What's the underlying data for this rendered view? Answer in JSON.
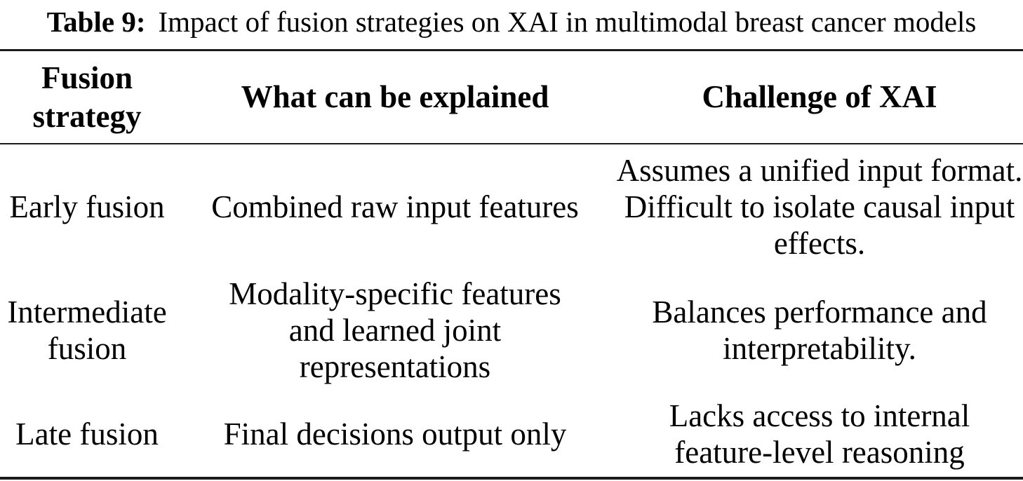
{
  "title": {
    "label": "Table 9:",
    "text": "Impact of fusion strategies on XAI in multimodal breast cancer models"
  },
  "table": {
    "columns": [
      {
        "key": "strategy",
        "header": "Fusion\nstrategy"
      },
      {
        "key": "explained",
        "header": "What can be explained"
      },
      {
        "key": "challenge",
        "header": "Challenge of XAI"
      }
    ],
    "rows": [
      {
        "strategy": "Early fusion",
        "explained": "Combined raw input features",
        "challenge": "Assumes a unified input format.\nDifficult to isolate causal input\neffects."
      },
      {
        "strategy": "Intermediate\nfusion",
        "explained": "Modality-specific features\nand learned joint\nrepresentations",
        "challenge": "Balances performance and\ninterpretability."
      },
      {
        "strategy": "Late fusion",
        "explained": "Final decisions output only",
        "challenge": "Lacks access to internal\nfeature-level reasoning"
      }
    ],
    "colors": {
      "text": "#000000",
      "rule": "#1b1b1b",
      "background": "#ffffff"
    }
  }
}
